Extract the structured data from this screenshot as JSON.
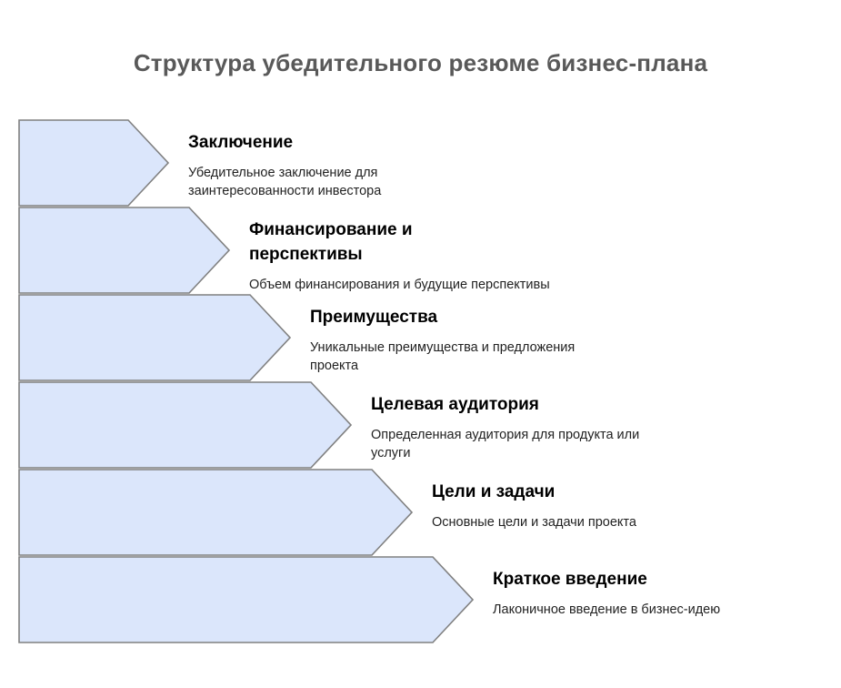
{
  "title": "Структура убедительного резюме бизнес-плана",
  "sections": [
    {
      "title": "Заключение",
      "description": "Убедительное заключение для\nзаинтересованности инвестора"
    },
    {
      "title": "Финансирование и\nперспективы",
      "description": "Объем финансирования и будущие перспективы"
    },
    {
      "title": "Преимущества",
      "description": "Уникальные преимущества и предложения\nпроекта"
    },
    {
      "title": "Целевая аудитория",
      "description": "Определенная аудитория для продукта или\nуслуги"
    },
    {
      "title": "Цели и задачи",
      "description": "Основные цели и задачи проекта"
    },
    {
      "title": "Краткое введение",
      "description": "Лаконичное введение в бизнес-идею"
    }
  ],
  "colors": {
    "arrow_fill": "#dbe6fb",
    "arrow_border": "#808080",
    "title_color": "#595959",
    "heading_color": "#000000",
    "description_color": "#222222"
  }
}
